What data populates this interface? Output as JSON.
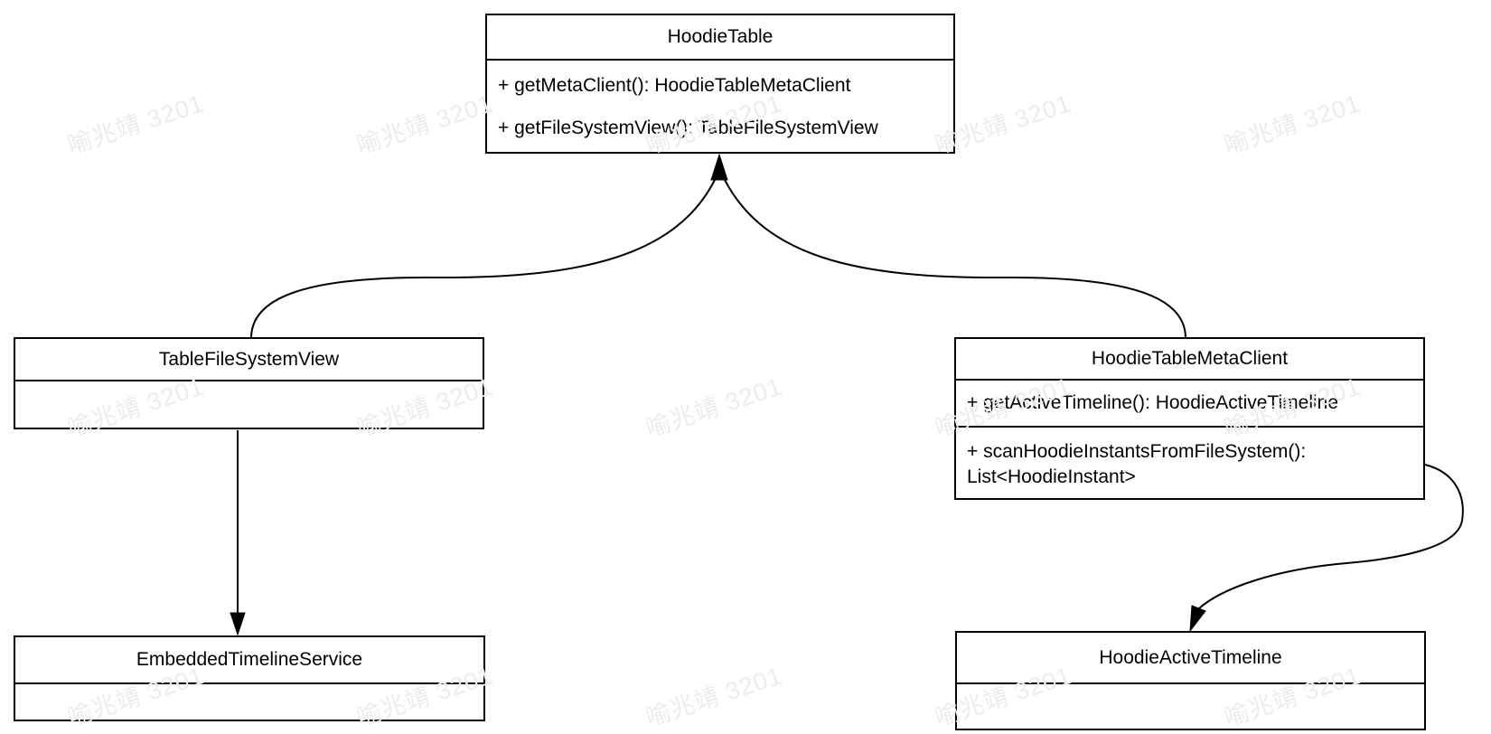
{
  "diagram": {
    "watermark": {
      "text": "喻兆靖 3201",
      "color": "#ececec"
    },
    "colors": {
      "stroke": "#000000",
      "box_fill": "#ffffff",
      "text": "#000000"
    },
    "boxes": {
      "hoodie_table": {
        "title": "HoodieTable",
        "methods": [
          "+ getMetaClient(): HoodieTableMetaClient",
          "+ getFileSystemView(): TableFileSystemView"
        ]
      },
      "table_file_system_view": {
        "title": "TableFileSystemView",
        "methods": []
      },
      "hoodie_table_meta_client": {
        "title": "HoodieTableMetaClient",
        "methods": [
          "+ getActiveTimeline(): HoodieActiveTimeline",
          "+ scanHoodieInstantsFromFileSystem(): List<HoodieInstant>"
        ]
      },
      "embedded_timeline_service": {
        "title": "EmbeddedTimelineService",
        "methods": []
      },
      "hoodie_active_timeline": {
        "title": "HoodieActiveTimeline",
        "methods": []
      }
    },
    "relations": [
      {
        "from": "TableFileSystemView",
        "to": "HoodieTable",
        "style": "curved",
        "arrowhead": "solid-triangle"
      },
      {
        "from": "HoodieTableMetaClient",
        "to": "HoodieTable",
        "style": "curved",
        "arrowhead": "solid-triangle"
      },
      {
        "from": "TableFileSystemView",
        "to": "EmbeddedTimelineService",
        "style": "straight",
        "arrowhead": "solid-triangle"
      },
      {
        "from": "HoodieTableMetaClient",
        "to": "HoodieActiveTimeline",
        "style": "curved",
        "arrowhead": "solid-triangle"
      }
    ]
  }
}
